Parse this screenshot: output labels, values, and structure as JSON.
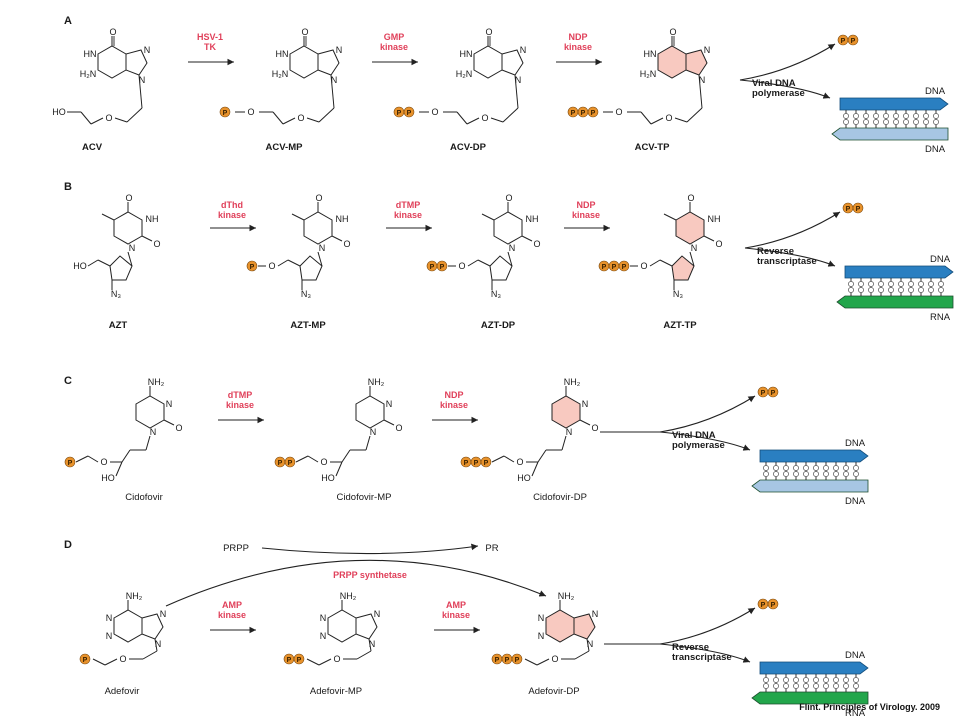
{
  "figure": {
    "panels": [
      {
        "letter": "A",
        "steps": [
          "ACV",
          "ACV-MP",
          "ACV-DP",
          "ACV-TP"
        ],
        "enzymes": [
          [
            "HSV-1",
            "TK"
          ],
          [
            "GMP",
            "kinase"
          ],
          [
            "NDP",
            "kinase"
          ]
        ],
        "polymerase": [
          "Viral DNA",
          "polymerase"
        ],
        "strand_top": "DNA",
        "strand_bottom": "DNA",
        "byproduct": "PP"
      },
      {
        "letter": "B",
        "steps": [
          "AZT",
          "AZT-MP",
          "AZT-DP",
          "AZT-TP"
        ],
        "enzymes": [
          [
            "dThd",
            "kinase"
          ],
          [
            "dTMP",
            "kinase"
          ],
          [
            "NDP",
            "kinase"
          ]
        ],
        "polymerase": [
          "Reverse",
          "transcriptase"
        ],
        "strand_top": "DNA",
        "strand_bottom": "RNA",
        "byproduct": "PP"
      },
      {
        "letter": "C",
        "steps": [
          "Cidofovir",
          "Cidofovir-MP",
          "Cidofovir-DP"
        ],
        "enzymes": [
          [
            "dTMP",
            "kinase"
          ],
          [
            "NDP",
            "kinase"
          ]
        ],
        "polymerase": [
          "Viral DNA",
          "polymerase"
        ],
        "strand_top": "DNA",
        "strand_bottom": "DNA",
        "byproduct": "PP"
      },
      {
        "letter": "D",
        "steps": [
          "Adefovir",
          "Adefovir-MP",
          "Adefovir-DP"
        ],
        "enzymes": [
          [
            "AMP",
            "kinase"
          ],
          [
            "AMP",
            "kinase"
          ]
        ],
        "polymerase": [
          "Reverse",
          "transcriptase"
        ],
        "strand_top": "DNA",
        "strand_bottom": "RNA",
        "byproduct": "PP",
        "prpp_in": "PRPP",
        "prpp_out": "PR",
        "prpp_enzyme": "PRPP synthetase"
      }
    ],
    "atoms": {
      "O": "O",
      "N": "N",
      "HN": "HN",
      "NH": "NH",
      "NH2": "NH₂",
      "H2N": "H₂N",
      "HO": "HO",
      "N3": "N₃",
      "P": "P"
    },
    "colors": {
      "enzyme_text": "#e0405a",
      "highlight_fill": "#f8c9c0",
      "phosphate": "#e8922b",
      "dna_strand": "#2a7fc1",
      "template_dna": "#a7c6e3",
      "rna_strand": "#22a64b"
    }
  },
  "citation": "Flint. Principles of Virology. 2009"
}
